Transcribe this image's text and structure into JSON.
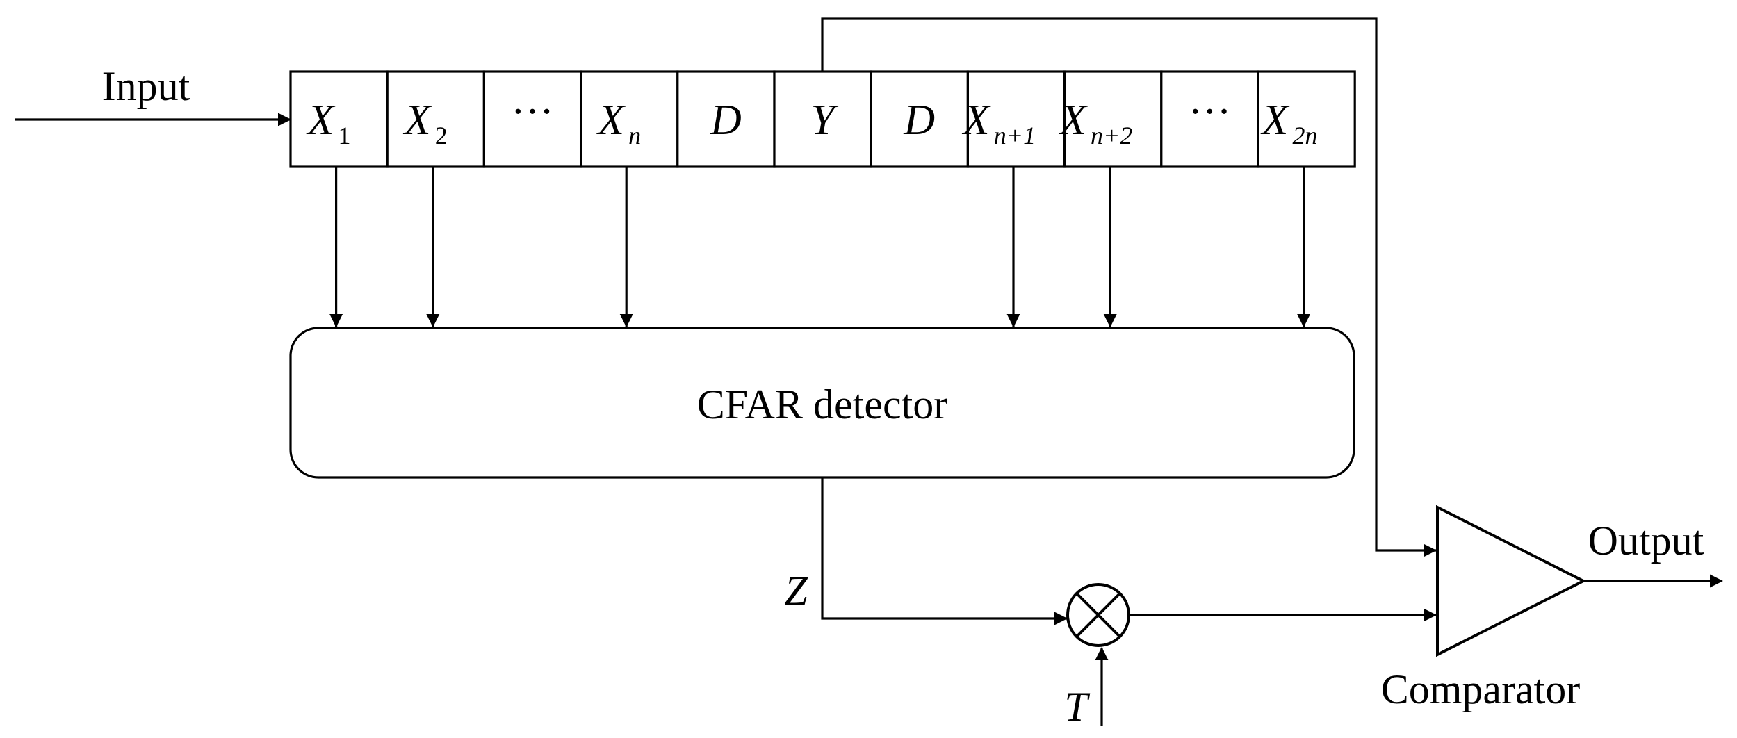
{
  "labels": {
    "input": "Input",
    "output": "Output",
    "detector": "CFAR detector",
    "comparator": "Comparator",
    "z": "Z",
    "t": "T",
    "ellipsis": "···"
  },
  "cells": [
    {
      "main": "X",
      "sub": "1"
    },
    {
      "main": "X",
      "sub": "2"
    },
    {
      "main": "···",
      "sub": ""
    },
    {
      "main": "X",
      "sub": "n"
    },
    {
      "main": "D",
      "sub": ""
    },
    {
      "main": "Y",
      "sub": ""
    },
    {
      "main": "D",
      "sub": ""
    },
    {
      "main": "X",
      "sub": "n+1"
    },
    {
      "main": "X",
      "sub": "n+2"
    },
    {
      "main": "···",
      "sub": ""
    },
    {
      "main": "X",
      "sub": "2n"
    }
  ]
}
